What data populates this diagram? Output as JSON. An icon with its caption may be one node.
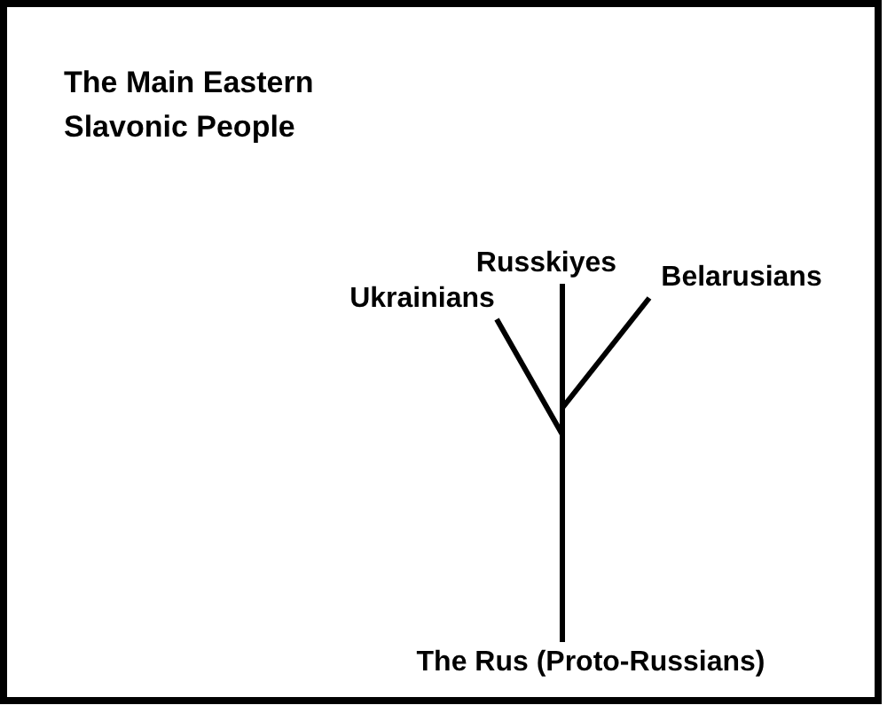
{
  "diagram": {
    "title": "The Main Eastern Slavonic People",
    "nodes": [
      {
        "text": [
          "The Rus (Proto-Russians)"
        ]
      },
      {
        "text": [
          "Ukrainians"
        ]
      },
      {
        "text": [
          "Russkiyes"
        ]
      },
      {
        "text": [
          "Belarusians"
        ]
      }
    ],
    "edges": [
      {
        "from": 0,
        "to": 1,
        "arrow": "none"
      },
      {
        "from": 0,
        "to": 2,
        "arrow": "none"
      },
      {
        "from": 0,
        "to": 3,
        "arrow": "none"
      }
    ]
  }
}
